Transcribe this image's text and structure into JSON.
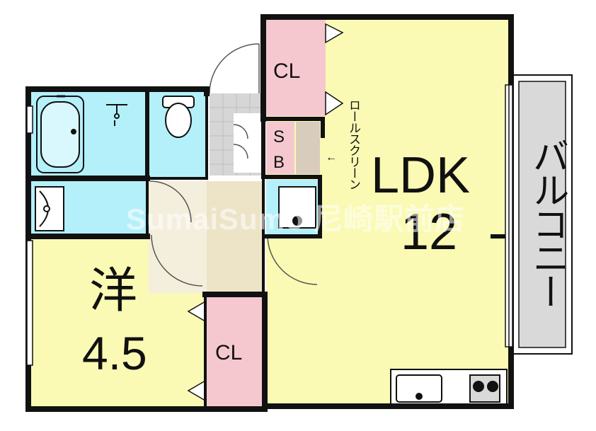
{
  "floorplan": {
    "rooms": {
      "ldk": {
        "label": "LDK",
        "size": "12"
      },
      "western": {
        "label": "洋",
        "size": "4.5"
      },
      "closet_top": {
        "label": "CL"
      },
      "closet_bottom": {
        "label": "CL"
      },
      "shoe_box": {
        "label_line1": "S",
        "label_line2": "B"
      },
      "balcony": {
        "label": "バルコニー"
      }
    },
    "annotations": {
      "roll_screen": "ロールスクリーン",
      "arrow": "←"
    },
    "watermark": "SumaiSumo 尼崎駅前店"
  },
  "colors": {
    "ldk_fill": "#fafab4",
    "western_fill": "#fafab4",
    "closet_fill": "#f5c8cf",
    "wet_fill": "#b4f0fa",
    "hall_fill": "#f4efdc",
    "entrance_fill": "#d6d6d6",
    "balcony_fill": "#d9d9d9",
    "wall": "#111111"
  }
}
